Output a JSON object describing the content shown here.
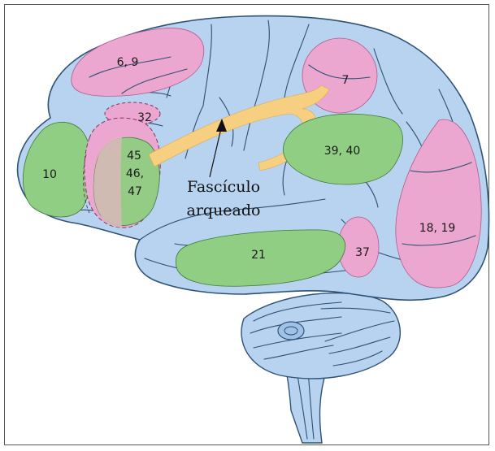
{
  "figure": {
    "annotation_lines": [
      "Fascículo",
      "arqueado"
    ],
    "colors": {
      "brain_fill": "#b7d3ef",
      "brain_outline": "#2f5277",
      "area_pink": "#eba7cf",
      "area_green": "#90cf83",
      "area_overlap": "#d6b9b8",
      "fasciculus": "#f6cf80",
      "frame": "#555555"
    }
  },
  "areas": {
    "a69": {
      "label": "6, 9",
      "color": "pink"
    },
    "a7": {
      "label": "7",
      "color": "pink"
    },
    "a32": {
      "label": "32",
      "color": "pink"
    },
    "a10": {
      "label": "10",
      "color": "green"
    },
    "a45": {
      "label": "45",
      "color": "green"
    },
    "a46": {
      "label": "46,",
      "color": "green"
    },
    "a47": {
      "label": "47",
      "color": "green"
    },
    "a3940": {
      "label": "39, 40",
      "color": "green"
    },
    "a21": {
      "label": "21",
      "color": "green"
    },
    "a37": {
      "label": "37",
      "color": "pink"
    },
    "a1819": {
      "label": "18, 19",
      "color": "pink"
    }
  }
}
